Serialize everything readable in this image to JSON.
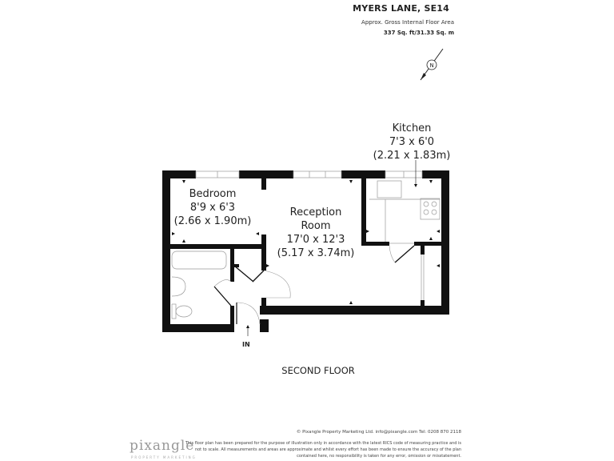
{
  "header": {
    "title": "MYERS LANE, SE14",
    "area_label": "Approx. Gross Internal Floor Area",
    "area_value": "337 Sq. ft/31.33 Sq. m",
    "compass_icon": "north-arrow-icon",
    "compass_letter": "N"
  },
  "rooms": {
    "kitchen": {
      "name": "Kitchen",
      "imperial": "7'3 x 6'0",
      "metric": "(2.21 x 1.83m)"
    },
    "bedroom": {
      "name": "Bedroom",
      "imperial": "8'9 x 6'3",
      "metric": "(2.66 x 1.90m)"
    },
    "reception": {
      "name_line1": "Reception",
      "name_line2": "Room",
      "imperial": "17'0 x 12'3",
      "metric": "(5.17 x 3.74m)"
    }
  },
  "plan": {
    "entrance_label": "IN",
    "floor_label": "SECOND FLOOR",
    "wall_color": "#111111"
  },
  "footer": {
    "copyright": "© Pixangle Property Marketing Ltd. info@pixangle.com Tel: 0208 870 2118",
    "disclaimer_lines": [
      "This floor plan has been prepared for the purpose of illustration only in accordance with the latest RICS code of measuring practice and is",
      "not to scale. All measurements and areas are approximate and whilst every effort has been made to ensure the accuracy of the plan",
      "contained here, no responsibility is taken for any error, omission or misstatement."
    ],
    "logo": "pixangle",
    "logo_sub": "PROPERTY MARKETING"
  }
}
